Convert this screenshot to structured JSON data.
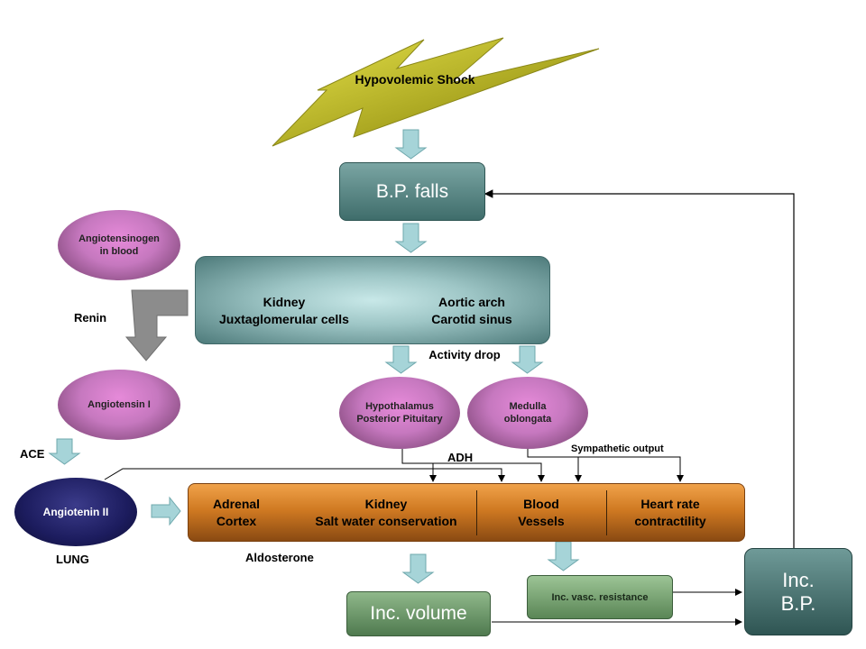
{
  "shock": {
    "label": "Hypovolemic Shock"
  },
  "bp_falls": {
    "label": "B.P. falls"
  },
  "sensors": {
    "left_line1": "Kidney",
    "left_line2": "Juxtaglomerular cells",
    "right_line1": "Aortic arch",
    "right_line2": "Carotid sinus"
  },
  "activity_drop": "Activity drop",
  "angiotensinogen": {
    "line1": "Angiotensinogen",
    "line2": "in blood"
  },
  "renin": "Renin",
  "angiotensin1": "Angiotensin I",
  "ace": "ACE",
  "angiotensin2": "Angiotenin II",
  "lung": "LUNG",
  "hypothalamus": {
    "line1": "Hypothalamus",
    "line2": "Posterior Pituitary"
  },
  "medulla": {
    "line1": "Medulla",
    "line2": "oblongata"
  },
  "adh": "ADH",
  "sympathetic_output": "Sympathetic output",
  "effectors": {
    "adrenal_line1": "Adrenal",
    "adrenal_line2": "Cortex",
    "kidney_line1": "Kidney",
    "kidney_line2": "Salt water conservation",
    "vessels_line1": "Blood",
    "vessels_line2": "Vessels",
    "heart_line1": "Heart rate",
    "heart_line2": "contractility"
  },
  "aldosterone": "Aldosterone",
  "inc_volume": "Inc. volume",
  "inc_vasc_resistance": "Inc. vasc. resistance",
  "inc_bp": {
    "line1": "Inc.",
    "line2": "B.P."
  },
  "colors": {
    "bolt": "#a9a520",
    "box_dark": "#3f6d6b",
    "effector_bar": "#e08a2e",
    "green_box": "#4f7a4f",
    "navy_oval": "#1c1c5e",
    "arrow": "#9fcfd4"
  }
}
